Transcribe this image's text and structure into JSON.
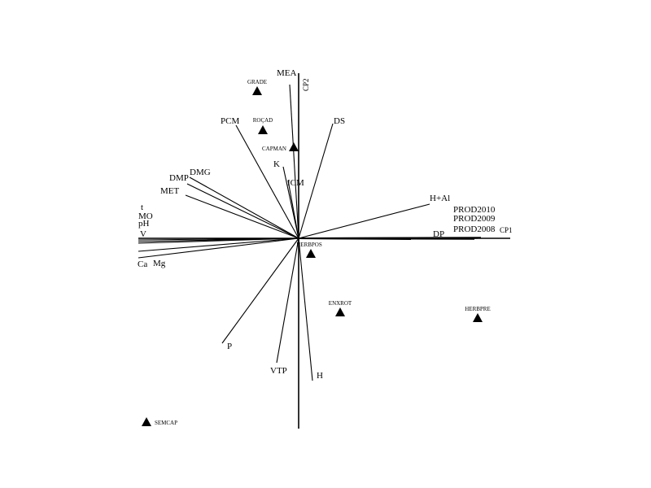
{
  "chart_data": {
    "type": "scatter",
    "subtype": "pca-biplot",
    "title": "",
    "xlabel": "CP1",
    "ylabel": "CP2",
    "xlim": [
      -0.985,
      1.3
    ],
    "ylim": [
      -1.17,
      1.015
    ],
    "grid": false,
    "variables": [
      {
        "name": "MEA",
        "x": -0.055,
        "y": 0.945
      },
      {
        "name": "PCM",
        "x": -0.385,
        "y": 0.695
      },
      {
        "name": "DS",
        "x": 0.21,
        "y": 0.705
      },
      {
        "name": "K",
        "x": -0.095,
        "y": 0.44
      },
      {
        "name": "ICM",
        "x": -0.065,
        "y": 0.355
      },
      {
        "name": "DMG",
        "x": -0.67,
        "y": 0.375
      },
      {
        "name": "DMP",
        "x": -0.685,
        "y": 0.335
      },
      {
        "name": "MET",
        "x": -0.695,
        "y": 0.265
      },
      {
        "name": "H+Al",
        "x": 0.805,
        "y": 0.21
      },
      {
        "name": "PROD2010",
        "x": 1.12,
        "y": 0.004
      },
      {
        "name": "PROD2009",
        "x": 1.1,
        "y": 0.002
      },
      {
        "name": "PROD2008",
        "x": 1.08,
        "y": -0.004
      },
      {
        "name": "DP",
        "x": 0.69,
        "y": -0.005
      },
      {
        "name": "t",
        "x": -0.985,
        "y": 0.0
      },
      {
        "name": "MO",
        "x": -0.985,
        "y": -0.01
      },
      {
        "name": "pH",
        "x": -0.985,
        "y": -0.02
      },
      {
        "name": "V",
        "x": -0.985,
        "y": -0.03
      },
      {
        "name": "Ca",
        "x": -0.985,
        "y": -0.12
      },
      {
        "name": "Mg",
        "x": -0.985,
        "y": -0.08
      },
      {
        "name": "P",
        "x": -0.47,
        "y": -0.645
      },
      {
        "name": "VTP",
        "x": -0.135,
        "y": -0.765
      },
      {
        "name": "H",
        "x": 0.085,
        "y": -0.875
      }
    ],
    "treatments": [
      {
        "name": "GRADE",
        "x": -0.255,
        "y": 0.905
      },
      {
        "name": "ROÇAD",
        "x": -0.22,
        "y": 0.665
      },
      {
        "name": "CAPMAN",
        "x": -0.03,
        "y": 0.56
      },
      {
        "name": "HERBPOS",
        "x": 0.075,
        "y": -0.095
      },
      {
        "name": "ENXROT",
        "x": 0.255,
        "y": -0.455
      },
      {
        "name": "HERBPRE",
        "x": 1.1,
        "y": -0.49
      },
      {
        "name": "SEMCAP",
        "x": -0.935,
        "y": -1.13
      }
    ]
  }
}
